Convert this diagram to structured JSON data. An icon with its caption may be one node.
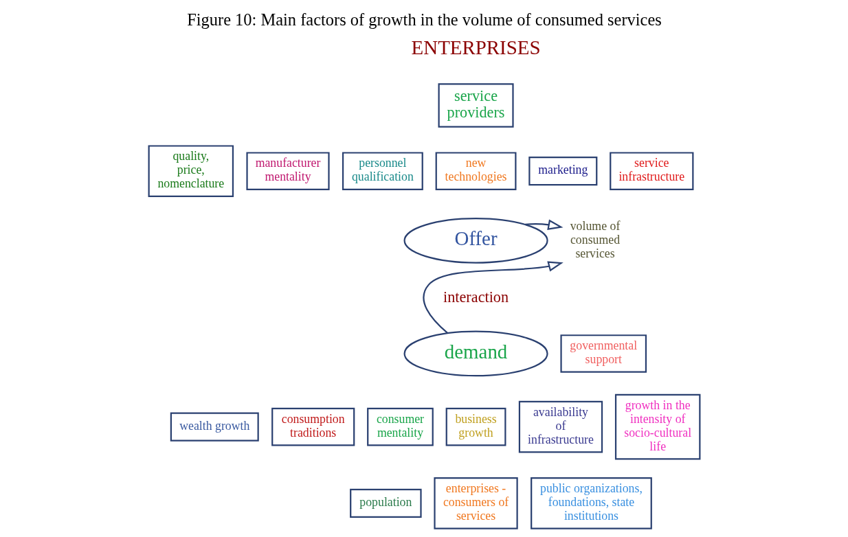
{
  "diagram": {
    "title": "Figure 10: Main factors of growth in the volume of consumed services",
    "nodes": [
      {
        "text": [
          "service providers"
        ]
      },
      {
        "text": [
          "quality, price, nomenclature"
        ]
      },
      {
        "text": [
          "manufacturer mentality"
        ]
      },
      {
        "text": [
          "personnel qualification"
        ]
      },
      {
        "text": [
          "new technologies"
        ]
      },
      {
        "text": [
          "marketing"
        ]
      },
      {
        "text": [
          "service infrastructure"
        ]
      },
      {
        "text": [
          "Offer"
        ]
      },
      {
        "text": [
          "demand"
        ]
      },
      {
        "text": [
          "volume of consumed services"
        ]
      },
      {
        "text": [
          "governmental support"
        ]
      },
      {
        "text": [
          "wealth growth"
        ]
      },
      {
        "text": [
          "consumption traditions"
        ]
      },
      {
        "text": [
          "consumer mentality"
        ]
      },
      {
        "text": [
          "business growth"
        ]
      },
      {
        "text": [
          "availability of infrastructure"
        ]
      },
      {
        "text": [
          "growth in the intensity of socio-cultural life"
        ]
      },
      {
        "text": [
          "population"
        ]
      },
      {
        "text": [
          "enterprises - consumers of services"
        ]
      },
      {
        "text": [
          "public organizations, foundations, state institutions"
        ]
      }
    ],
    "edges": [
      {
        "from": 7,
        "to": 9,
        "arrow": "to"
      },
      {
        "from": 8,
        "to": 9,
        "arrow": "to"
      }
    ],
    "labels": [
      "ENTERPRISES",
      "interaction"
    ]
  }
}
